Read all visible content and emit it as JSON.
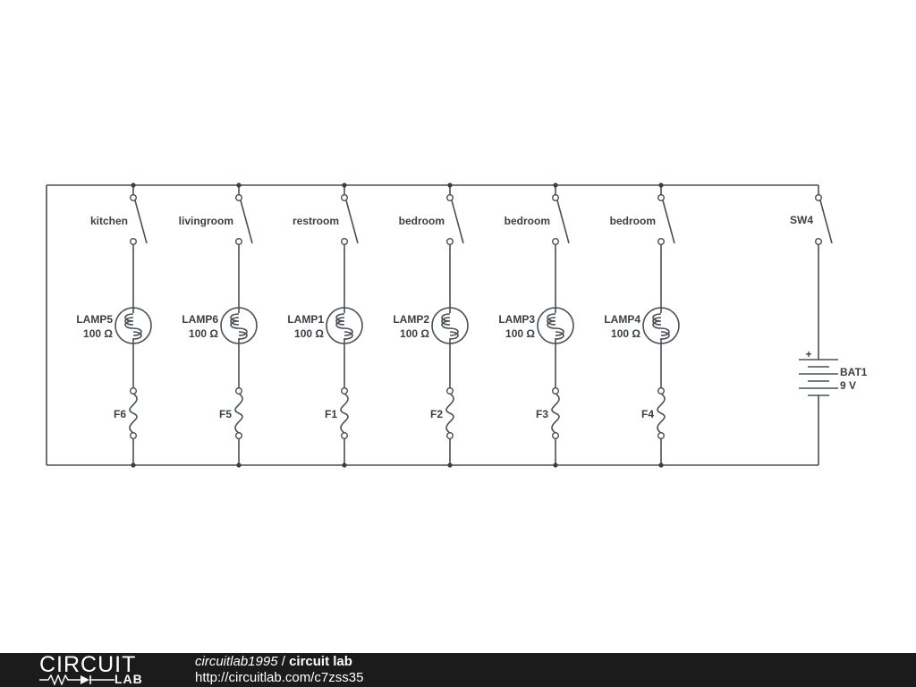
{
  "circuit": {
    "branches": [
      {
        "switch": "kitchen",
        "lamp": "LAMP5",
        "lamp_value": "100 Ω",
        "fuse": "F6"
      },
      {
        "switch": "livingroom",
        "lamp": "LAMP6",
        "lamp_value": "100 Ω",
        "fuse": "F5"
      },
      {
        "switch": "restroom",
        "lamp": "LAMP1",
        "lamp_value": "100 Ω",
        "fuse": "F1"
      },
      {
        "switch": "bedroom",
        "lamp": "LAMP2",
        "lamp_value": "100 Ω",
        "fuse": "F2"
      },
      {
        "switch": "bedroom",
        "lamp": "LAMP3",
        "lamp_value": "100 Ω",
        "fuse": "F3"
      },
      {
        "switch": "bedroom",
        "lamp": "LAMP4",
        "lamp_value": "100 Ω",
        "fuse": "F4"
      }
    ],
    "source": {
      "switch": "SW4",
      "battery": "BAT1",
      "battery_value": "9 V",
      "polarity": "+"
    },
    "colors": {
      "wire": "#4a4f55",
      "label": "#3a3f44",
      "footer_bg": "#1b1b1b"
    }
  },
  "footer": {
    "logo_word": "CIRCUIT",
    "logo_sub": "LAB",
    "user": "circuitlab1995",
    "separator": " / ",
    "title": "circuit lab",
    "url": "http://circuitlab.com/c7zss35"
  }
}
